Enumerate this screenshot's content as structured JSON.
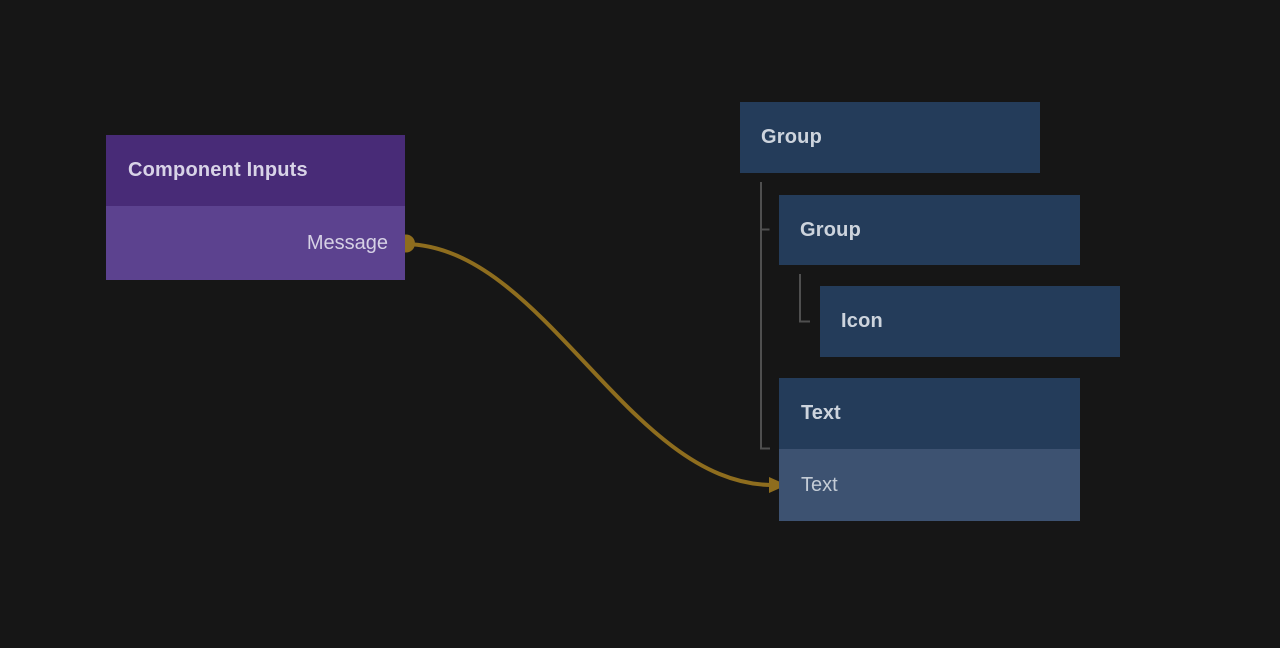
{
  "colors": {
    "canvas_background": "#161616",
    "component_header_bg": "#482b77",
    "component_row_bg": "#5c428f",
    "element_node_bg": "#243c5a",
    "selected_row_bg": "#3d5271",
    "connection_gold": "#8e6d1e",
    "tree_line_gray": "#4f4f4f",
    "component_text": "#d8d3e7",
    "element_text": "#cdd4dd"
  },
  "component_inputs_node": {
    "title": "Component Inputs",
    "outputs": [
      {
        "label": "Message"
      }
    ]
  },
  "element_tree": {
    "root_group": {
      "label": "Group"
    },
    "child_group": {
      "label": "Group"
    },
    "icon_node": {
      "label": "Icon"
    },
    "text_node": {
      "header_label": "Text",
      "selected_row_label": "Text"
    }
  },
  "icons": {
    "output_port": "filled-circle-port",
    "connection_end": "right-arrowhead"
  }
}
